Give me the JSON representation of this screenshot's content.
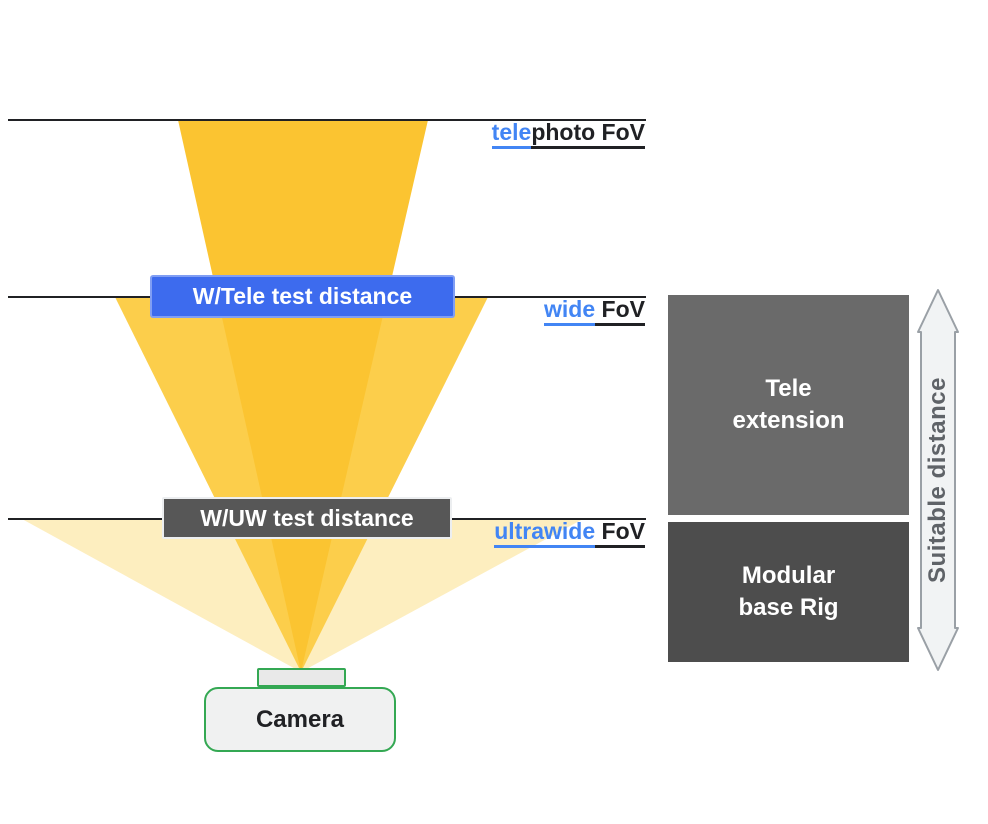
{
  "fov_labels": [
    {
      "id": "telephoto",
      "blue_part": "tele",
      "dark_part": "photo FoV"
    },
    {
      "id": "wide",
      "blue_part": "wide",
      "dark_part": " FoV"
    },
    {
      "id": "ultrawide",
      "blue_part": "ultrawide",
      "dark_part": " FoV"
    }
  ],
  "test_distance": {
    "wtele": "W/Tele test distance",
    "wuw": "W/UW test distance"
  },
  "camera_label": "Camera",
  "right_panel": {
    "tele_extension": {
      "line1": "Tele",
      "line2": "extension"
    },
    "modular_base": {
      "line1": "Modular",
      "line2": "base Rig"
    },
    "arrow_label": "Suitable distance"
  },
  "colors": {
    "link_blue": "#4285F4",
    "badge_blue": "#3D6BEE",
    "line": "#202124",
    "tele_cone": "#FBC431",
    "wide_cone": "#FCCE4B",
    "ultrawide_cone": "#FDEEBF",
    "dark_box": "#575757",
    "tele_ext_box": "#6A6A6A",
    "modular_box": "#4D4D4D",
    "green": "#34A853",
    "camera_fill": "#F0F1F1",
    "lens_fill": "#E9E9E9",
    "arrow_fill": "#F1F3F4",
    "arrow_stroke": "#9AA0A6",
    "arrow_text": "#5F6368"
  }
}
